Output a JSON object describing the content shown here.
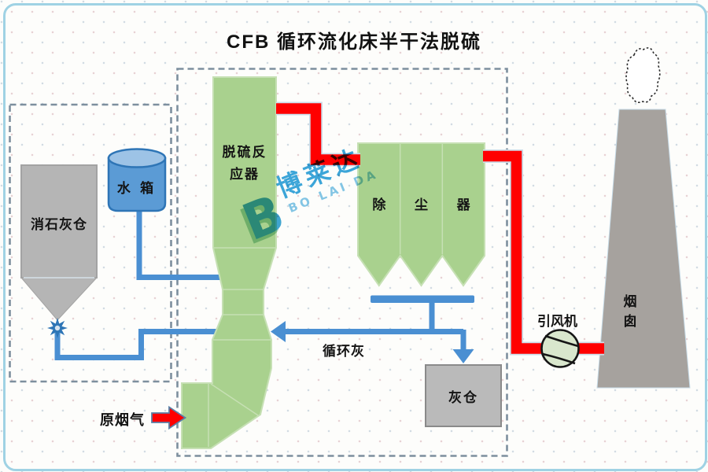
{
  "header": {
    "title": "CFB 循环流化床半干法脱硫"
  },
  "watermark": {
    "logo_letter": "B",
    "brand_cn": "博莱达",
    "brand_en": "BO LAI DA"
  },
  "reagent_section": {
    "lime_silo_label": "消石灰仓",
    "water_tank_label": "水 箱"
  },
  "process_section": {
    "reactor_label": "脱硫反\n应器",
    "dust_collector_chars": [
      "除",
      "尘",
      "器"
    ],
    "recirc_ash_label": "循环灰",
    "ash_silo_label": "灰仓",
    "raw_gas_label": "原烟气"
  },
  "exhaust_section": {
    "fan_label": "引风机",
    "chimney_label": "烟\n囱"
  },
  "colors": {
    "equipment_green": "#a9d18e",
    "equipment_gray": "#b3b3b3",
    "tank_blue": "#5b9bd5",
    "pipe_blue": "#4a8fd2",
    "gas_pipe_red": "#ff0000",
    "dashed_box_gray": "#7d8f9e",
    "frame_blue": "#9fd2e4",
    "watermark_blue": "#2b9fd9"
  }
}
